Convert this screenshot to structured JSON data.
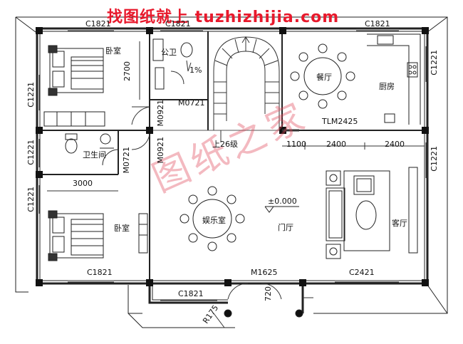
{
  "banner": "找图纸就上 tuzhizhijia.com",
  "watermark": "图纸之家",
  "rooms": {
    "bedroom_top": "卧室",
    "bedroom_bottom": "卧室",
    "public_wc": "公卫",
    "dining": "餐厅",
    "kitchen": "厨房",
    "bathroom": "卫生间",
    "entertainment": "娱乐室",
    "entrance": "门厅",
    "living": "客厅"
  },
  "windows": {
    "top_left": "C1821",
    "top_mid": "C1821",
    "top_right": "C1821",
    "left_upper": "C1221",
    "left_mid": "C1221",
    "left_lower": "C1221",
    "right_upper": "C1221",
    "right_lower": "C1221",
    "bottom_left": "C1821",
    "bottom_porch": "C1821",
    "bottom_right": "C2421"
  },
  "doors": {
    "wc": "M0721",
    "bedroom": "M0921",
    "bedroom_side": "M0921",
    "bathroom": "M0721",
    "main": "M1625",
    "dining_slide": "TLM2425"
  },
  "dimensions": {
    "d2700": "2700",
    "d3000": "3000",
    "d1100": "1100",
    "d2400a": "2400",
    "d2400b": "2400",
    "r175": "R175",
    "d720": "720"
  },
  "notes": {
    "slope": "1%",
    "stairs": "上26级",
    "elevation": "±0.000"
  }
}
